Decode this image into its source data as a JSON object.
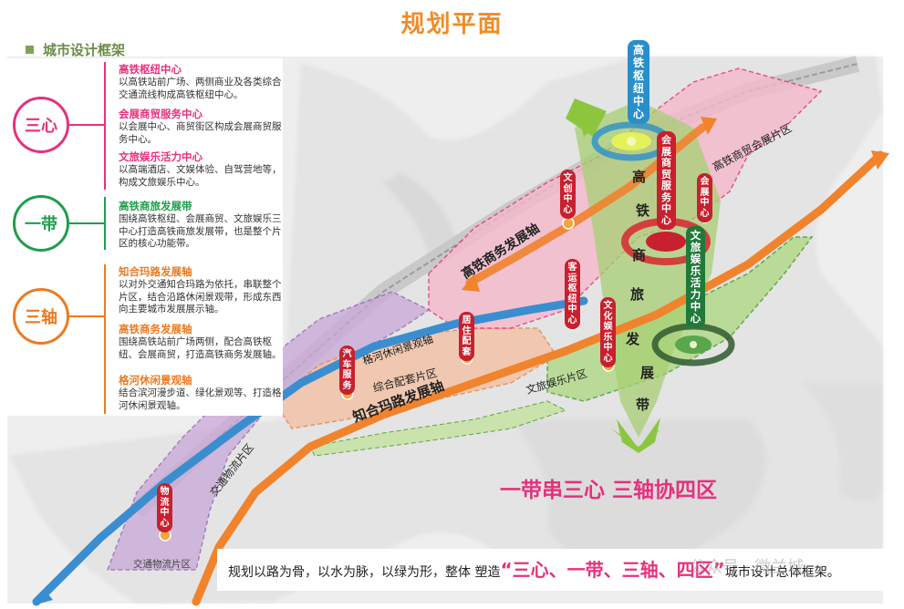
{
  "title": "规划平面",
  "section_title": "城市设计框架",
  "legend": {
    "groups": [
      {
        "badge": "三心",
        "color": "#e6317d",
        "items": [
          {
            "title": "高铁枢纽中心",
            "text": "以高铁站前广场、两侧商业及各类综合交通流线构成高铁枢纽中心。"
          },
          {
            "title": "会展商贸服务中心",
            "text": "以会展中心、商贸街区构成会展商贸服务中心。"
          },
          {
            "title": "文旅娱乐活力中心",
            "text": "以高端酒店、文娱体验、自驾营地等，构成文旅娱乐中心。"
          }
        ]
      },
      {
        "badge": "一带",
        "color": "#1f9e4b",
        "items": [
          {
            "title": "高铁商旅发展带",
            "text": "围绕高铁枢纽、会展商贸、文旅娱乐三中心打造高铁商旅发展带，也是整个片区的核心功能带。"
          }
        ]
      },
      {
        "badge": "三轴",
        "color": "#ee7a1f",
        "items": [
          {
            "title": "知合玛路发展轴",
            "text": "以对外交通知合玛路为依托，串联整个片区，结合沿路休闲景观带，形成东西向主要城市发展展示轴。"
          },
          {
            "title": "高铁商务发展轴",
            "text": "围绕高铁站前广场两侧，配合高铁枢纽、会展商贸，打造高铁商务发展轴。"
          },
          {
            "title": "格河休闲景观轴",
            "text": "结合滨河漫步道、绿化景观等、打造格河休闲景观轴。"
          }
        ]
      }
    ]
  },
  "map": {
    "vertical_tags": [
      {
        "text": "高铁枢纽中心",
        "color": "#2a8fc9"
      },
      {
        "text": "会展商贸服务中心",
        "color": "#c8202e"
      },
      {
        "text": "文创中心",
        "color": "#c8202e"
      },
      {
        "text": "会展中心",
        "color": "#c8202e"
      },
      {
        "text": "客运枢纽中心",
        "color": "#c8202e"
      },
      {
        "text": "文化娱乐中心",
        "color": "#c8202e"
      },
      {
        "text": "居住配套",
        "color": "#c8202e"
      },
      {
        "text": "汽车服务",
        "color": "#c8202e"
      },
      {
        "text": "物流中心",
        "color": "#c8202e"
      },
      {
        "text": "文旅娱乐活力中心",
        "color": "#1f7a3a"
      }
    ],
    "band_chars": [
      "高",
      "铁",
      "商",
      "旅",
      "发",
      "展",
      "带"
    ],
    "area_labels": {
      "exhibition": "高铁商贸会展片区",
      "business_axis": "高铁商务发展轴",
      "river_axis": "格河休闲景观轴",
      "support": "综合配套片区",
      "zhihema_axis": "知合玛路发展轴",
      "culture_tourism": "文旅娱乐片区",
      "logistics": "交通物流片区",
      "logistics_bottom": "交通物流片区"
    }
  },
  "slogan": "一带串三心  三轴协四区",
  "caption": {
    "prefix": "规划以路为骨，以水为脉，以绿为形，整体 塑造",
    "highlight": "“三心、一带、三轴、四区”",
    "suffix": "城市设计总体框架。"
  },
  "watermark": "公众号 · 微兰城"
}
